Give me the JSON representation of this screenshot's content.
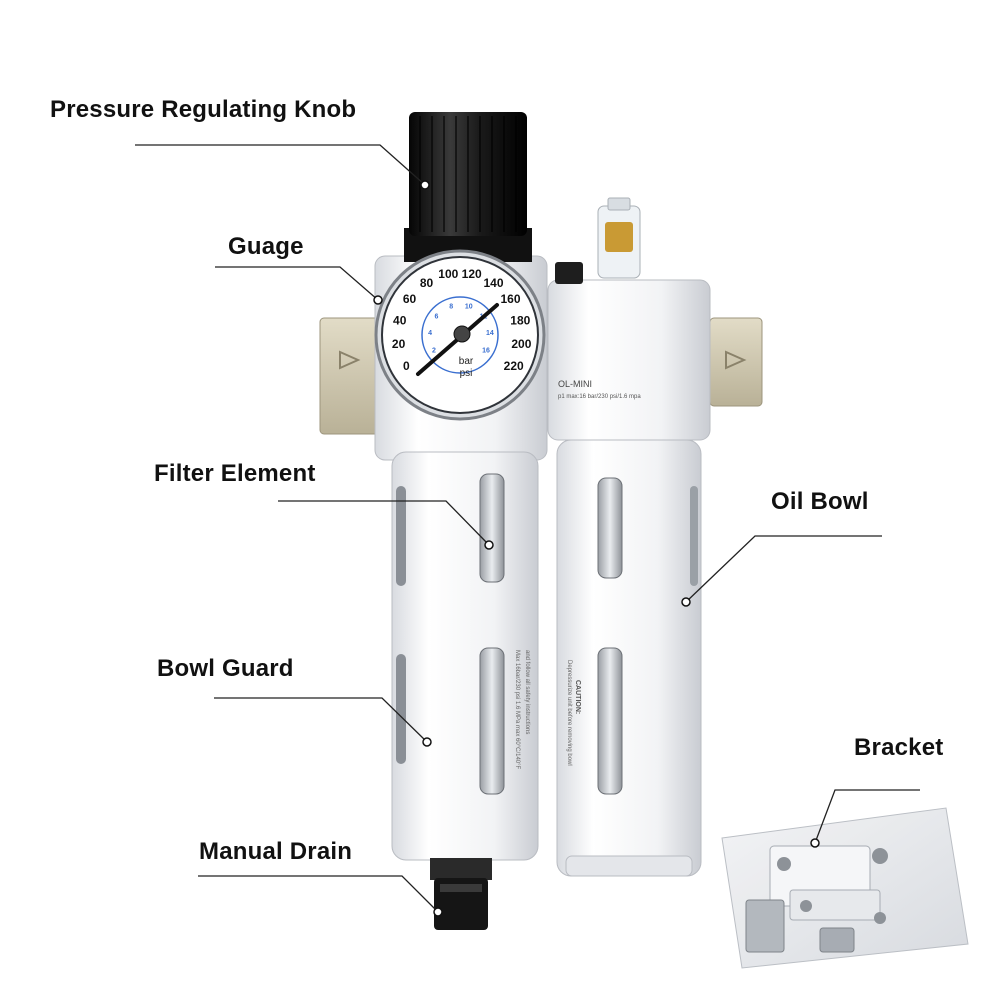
{
  "callouts": {
    "knob": "Pressure Regulating Knob",
    "gauge": "Guage",
    "filter_element": "Filter Element",
    "oil_bowl": "Oil Bowl",
    "bowl_guard": "Bowl Guard",
    "bracket": "Bracket",
    "manual_drain": "Manual Drain"
  },
  "gauge": {
    "psi_ticks": [
      "0",
      "20",
      "40",
      "60",
      "80",
      "100",
      "120",
      "140",
      "160",
      "180",
      "200",
      "220"
    ],
    "bar_ticks": [
      "2",
      "4",
      "6",
      "8",
      "10",
      "12",
      "14",
      "16"
    ],
    "unit_bar": "bar",
    "unit_psi": "psi"
  },
  "lubricator": {
    "model": "OL-MINI",
    "rating": "p1 max:16 bar/230 psi/1.6 mpa"
  },
  "bowl_text": {
    "filter_warning_1": "Max 16bar/230 psi 1.6 MPa max 60°C/140°F",
    "filter_warning_2": "and follow all safety instructions",
    "oil_caution_title": "CAUTION:",
    "oil_caution_body": "Depressurize unit before removing bowl"
  },
  "colors": {
    "label_text": "#111111",
    "leader_line": "#222222",
    "body_white": "#f4f5f7",
    "knob_black": "#1c1c1c",
    "port_beige": "#cfc8b2",
    "bar_scale_blue": "#3a6fd0"
  }
}
